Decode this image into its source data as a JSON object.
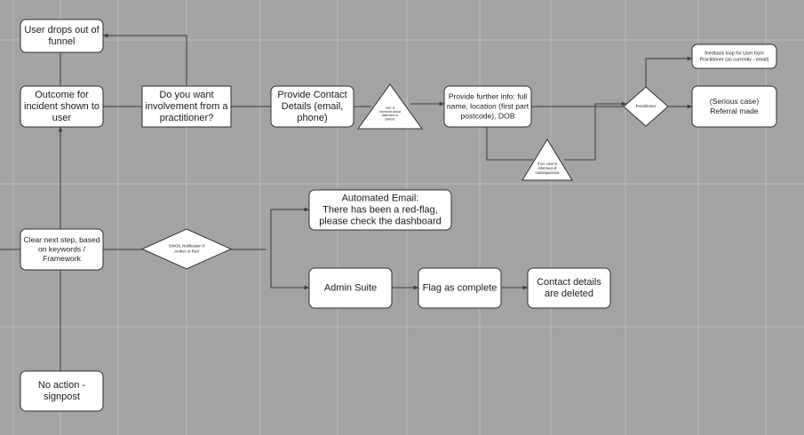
{
  "diagram": {
    "nodes": [
      {
        "id": "dropout",
        "shape": "rounded",
        "lines": [
          "User drops out of",
          "funnel"
        ]
      },
      {
        "id": "outcome",
        "shape": "rounded",
        "lines": [
          "Outcome for",
          "incident shown to",
          "user"
        ]
      },
      {
        "id": "involve",
        "shape": "rect",
        "lines": [
          "Do you want",
          "involvement from a",
          "practitioner?"
        ]
      },
      {
        "id": "contact",
        "shape": "rounded",
        "lines": [
          "Provide Contact",
          "Details (email,",
          "phone)"
        ]
      },
      {
        "id": "tri1",
        "shape": "triangle",
        "lines": [
          "user is",
          "informed about",
          "data sent to",
          "SWGfL"
        ]
      },
      {
        "id": "further",
        "shape": "rounded",
        "lines": [
          "Provide further info: full",
          "name, location (first part",
          "postcode), DOB"
        ]
      },
      {
        "id": "tri2",
        "shape": "triangle",
        "lines": [
          "If no: user is",
          "informed of",
          "consequences"
        ]
      },
      {
        "id": "pract",
        "shape": "diamond",
        "lines": [
          "Practitioner"
        ]
      },
      {
        "id": "feedback",
        "shape": "rounded",
        "lines": [
          "feedback loop for User from",
          "Practitioner (as currently - email)"
        ]
      },
      {
        "id": "referral",
        "shape": "rounded",
        "lines": [
          "(Serious case)",
          "Referral made"
        ]
      },
      {
        "id": "clear",
        "shape": "rounded",
        "lines": [
          "Clear next step, based",
          "on keywords /",
          "Framework"
        ]
      },
      {
        "id": "notif",
        "shape": "diamond",
        "lines": [
          "SWGfL Notification if",
          "Amber or Red"
        ]
      },
      {
        "id": "email",
        "shape": "rounded",
        "lines": [
          "Automated Email:",
          "There has been a red-flag,",
          "please check the dashboard"
        ]
      },
      {
        "id": "admin",
        "shape": "rounded",
        "lines": [
          "Admin Suite"
        ]
      },
      {
        "id": "flag",
        "shape": "rounded",
        "lines": [
          "Flag as complete"
        ]
      },
      {
        "id": "deleted",
        "shape": "rounded",
        "lines": [
          "Contact details",
          "are deleted"
        ]
      },
      {
        "id": "noaction",
        "shape": "rounded",
        "lines": [
          "No action -",
          "signpost"
        ]
      }
    ],
    "edges": [
      {
        "from": "outcome",
        "to": "dropout",
        "arrow": false
      },
      {
        "from": "involve",
        "to": "dropout",
        "arrow": true
      },
      {
        "from": "involve",
        "to": "contact",
        "arrow": false
      },
      {
        "from": "contact",
        "to": "tri1",
        "arrow": false
      },
      {
        "from": "tri1",
        "to": "further",
        "arrow": true
      },
      {
        "from": "further",
        "to": "tri2",
        "arrow": false
      },
      {
        "from": "further",
        "to": "pract",
        "arrow": false
      },
      {
        "from": "tri2",
        "to": "pract",
        "arrow": true
      },
      {
        "from": "pract",
        "to": "feedback",
        "arrow": true
      },
      {
        "from": "pract",
        "to": "referral",
        "arrow": true
      },
      {
        "from": "outcome",
        "to": "involve",
        "arrow": false
      },
      {
        "from": "clear",
        "to": "outcome",
        "arrow": true
      },
      {
        "from": "clear",
        "to": "noaction",
        "arrow": false
      },
      {
        "from": "clear",
        "to": "notif",
        "arrow": false
      },
      {
        "from": "notif",
        "to": "email",
        "arrow": true
      },
      {
        "from": "notif",
        "to": "admin",
        "arrow": true
      },
      {
        "from": "admin",
        "to": "flag",
        "arrow": true
      },
      {
        "from": "flag",
        "to": "deleted",
        "arrow": true
      }
    ]
  }
}
